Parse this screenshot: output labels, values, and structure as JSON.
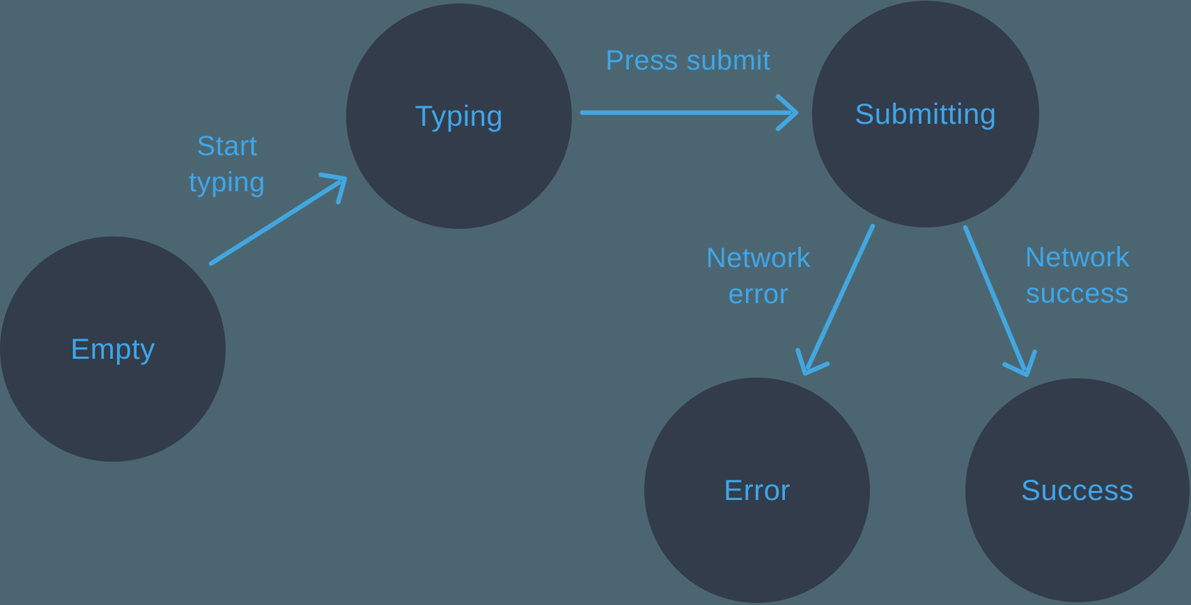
{
  "diagram": {
    "type": "state-machine",
    "background_color": "#4c6671",
    "node_color": "#333c4a",
    "accent_color": "#42a7e0",
    "label_color": "#3ea6ea",
    "states": [
      {
        "id": "empty",
        "label": "Empty"
      },
      {
        "id": "typing",
        "label": "Typing"
      },
      {
        "id": "submitting",
        "label": "Submitting"
      },
      {
        "id": "error",
        "label": "Error"
      },
      {
        "id": "success",
        "label": "Success"
      }
    ],
    "transitions": [
      {
        "id": "start-typing",
        "from": "Empty",
        "to": "Typing",
        "label": "Start\ntyping"
      },
      {
        "id": "press-submit",
        "from": "Typing",
        "to": "Submitting",
        "label": "Press submit"
      },
      {
        "id": "network-error",
        "from": "Submitting",
        "to": "Error",
        "label": "Network\nerror"
      },
      {
        "id": "network-success",
        "from": "Submitting",
        "to": "Success",
        "label": "Network\nsuccess"
      }
    ]
  }
}
